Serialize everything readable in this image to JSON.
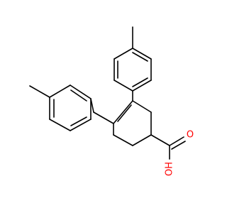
{
  "molecule": {
    "atoms": [
      {
        "id": "o_carbonyl",
        "label": "O"
      },
      {
        "id": "oh_hydroxyl",
        "label": "OH"
      }
    ],
    "colors": {
      "bond": "#000000",
      "oxygen": "#ff0000"
    }
  }
}
